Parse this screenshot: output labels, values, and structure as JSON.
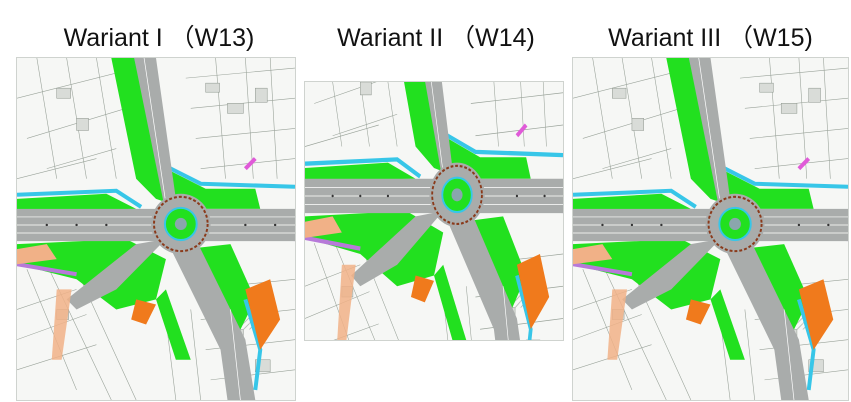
{
  "variants": [
    {
      "title": "Wariant I （W13)"
    },
    {
      "title": "Wariant II （W14)"
    },
    {
      "title": "Wariant III （W15)"
    }
  ],
  "colors": {
    "green": "#22e01f",
    "road": "#a9acab",
    "lane_line": "#ffffff",
    "cyan": "#37c6e8",
    "purple": "#b77ad9",
    "magenta": "#e05ad8",
    "orange": "#f07a1c",
    "peach": "#f1b187",
    "ring": "#8a3a1b",
    "hatch": "#6a7d64",
    "parcel_line": "#9aa39a"
  }
}
